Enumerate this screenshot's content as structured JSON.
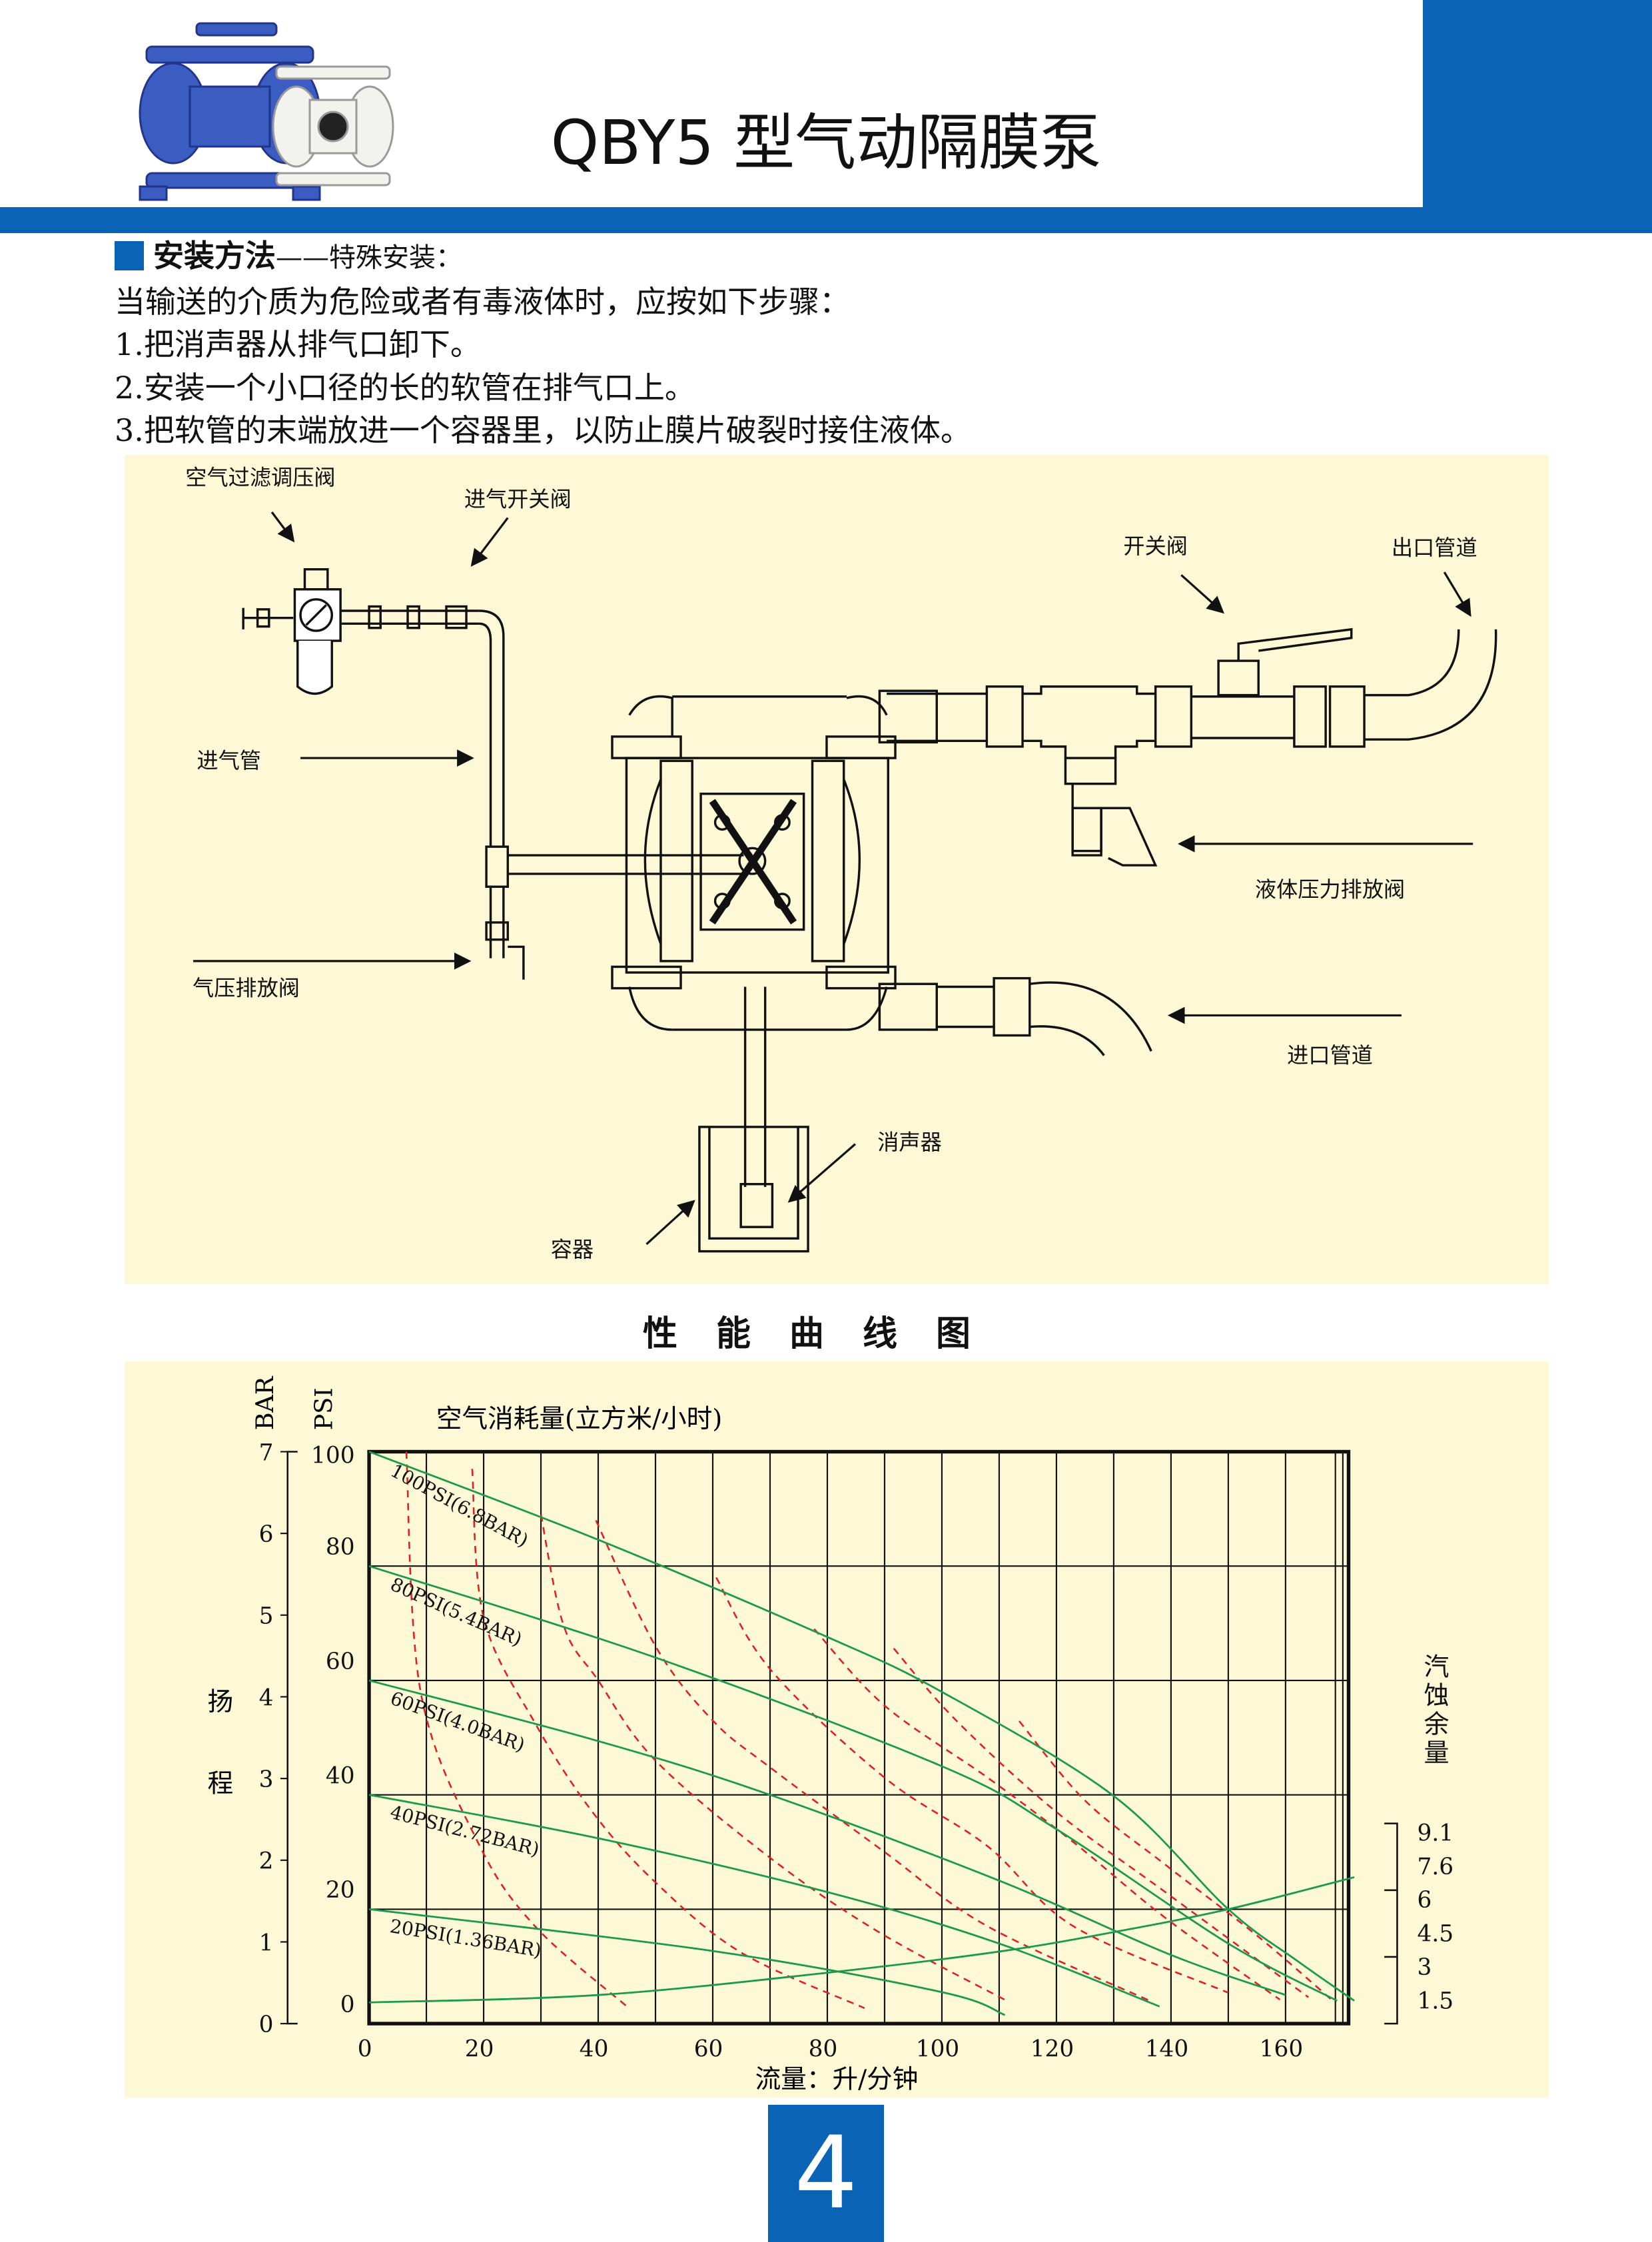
{
  "header": {
    "title": "QBY5 型气动隔膜泵",
    "photo_icon": "pump-photo-icon"
  },
  "install": {
    "heading": "安装方法",
    "subheading": "——特殊安装：",
    "intro": "当输送的介质为危险或者有毒液体时，应按如下步骤：",
    "steps": [
      "1.把消声器从排气口卸下。",
      "2.安装一个小口径的长的软管在排气口上。",
      "3.把软管的末端放进一个容器里，以防止膜片破裂时接住液体。"
    ]
  },
  "diagram": {
    "labels": {
      "filter_regulator": "空气过滤调压阀",
      "air_inlet_valve": "进气开关阀",
      "switch_valve": "开关阀",
      "outlet_pipe": "出口管道",
      "air_pipe": "进气管",
      "liquid_relief_valve": "液体压力排放阀",
      "air_relief_valve": "气压排放阀",
      "inlet_pipe": "进口管道",
      "muffler": "消声器",
      "container": "容器"
    }
  },
  "chart_title": "性能曲线图",
  "chart_data": {
    "type": "line",
    "title": "空气消耗量(立方米/小时)",
    "xlabel": "流量：升/分钟",
    "ylabel": "扬程",
    "y_unit_left_outer": "BAR",
    "y_unit_left_inner": "PSI",
    "right_axis_label": "汽蚀余量",
    "xlim": [
      0,
      171
    ],
    "ylim": [
      0,
      100
    ],
    "grid": true,
    "x_ticks": [
      0,
      20,
      40,
      60,
      80,
      100,
      120,
      140,
      160
    ],
    "psi_ticks": [
      0,
      20,
      40,
      60,
      80,
      100
    ],
    "bar_ticks": [
      0,
      1,
      2,
      3,
      4,
      5,
      6,
      7
    ],
    "npsh_ticks": [
      "9.1",
      "7.6",
      "6",
      "4.5",
      "3",
      "1.5"
    ],
    "series": [
      {
        "name": "100PSI(6.8BAR)",
        "color": "#1a9a4a",
        "points": [
          [
            0,
            100
          ],
          [
            40,
            84.6
          ],
          [
            80,
            67.6
          ],
          [
            100,
            58
          ],
          [
            130,
            39.8
          ],
          [
            150,
            20
          ],
          [
            162,
            11
          ],
          [
            172,
            4
          ]
        ]
      },
      {
        "name": "80PSI(5.4BAR)",
        "color": "#1a9a4a",
        "points": [
          [
            0,
            80
          ],
          [
            50,
            64
          ],
          [
            100,
            45
          ],
          [
            120,
            34
          ],
          [
            150,
            14
          ],
          [
            169,
            4
          ]
        ]
      },
      {
        "name": "60PSI(4.0BAR)",
        "color": "#1a9a4a",
        "points": [
          [
            0,
            60
          ],
          [
            40,
            49.4
          ],
          [
            70,
            40
          ],
          [
            110,
            25
          ],
          [
            140,
            12
          ],
          [
            160,
            5
          ]
        ]
      },
      {
        "name": "40PSI(2.72BAR)",
        "color": "#1a9a4a",
        "points": [
          [
            0,
            40
          ],
          [
            40,
            32.4
          ],
          [
            80,
            23
          ],
          [
            110,
            14
          ],
          [
            138,
            3
          ]
        ]
      },
      {
        "name": "20PSI(1.36BAR)",
        "color": "#1a9a4a",
        "points": [
          [
            0,
            20
          ],
          [
            60,
            12.7
          ],
          [
            100,
            5.5
          ],
          [
            111,
            1.5
          ]
        ]
      },
      {
        "name": "NPSH",
        "color": "#1a9a4a",
        "points": [
          [
            0,
            3.7
          ],
          [
            40,
            5
          ],
          [
            80,
            8.9
          ],
          [
            110,
            12.6
          ],
          [
            130,
            16
          ],
          [
            150,
            20
          ],
          [
            172,
            25.6
          ]
        ]
      }
    ],
    "air_consumption_curves": [
      {
        "color": "#e02020",
        "points": [
          [
            6.5,
            100
          ],
          [
            9,
            58
          ],
          [
            19,
            31.7
          ],
          [
            29,
            17
          ],
          [
            45,
            3
          ]
        ]
      },
      {
        "color": "#e02020",
        "points": [
          [
            18,
            97
          ],
          [
            20,
            71
          ],
          [
            29,
            52.5
          ],
          [
            39,
            37
          ],
          [
            50,
            24.7
          ],
          [
            65,
            12.4
          ],
          [
            86.5,
            2.7
          ]
        ]
      },
      {
        "color": "#e02020",
        "points": [
          [
            30,
            89
          ],
          [
            34,
            69.5
          ],
          [
            40,
            60
          ],
          [
            50,
            46
          ],
          [
            70,
            29
          ],
          [
            89,
            16
          ],
          [
            111.5,
            3.9
          ]
        ]
      },
      {
        "color": "#e02020",
        "points": [
          [
            39.6,
            88
          ],
          [
            50,
            66
          ],
          [
            60,
            53
          ],
          [
            70,
            44.8
          ],
          [
            90,
            30
          ],
          [
            108,
            17
          ],
          [
            136.5,
            3.9
          ]
        ]
      },
      {
        "color": "#e02020",
        "points": [
          [
            60.6,
            78
          ],
          [
            70,
            62
          ],
          [
            90,
            43
          ],
          [
            108,
            31
          ],
          [
            123,
            17
          ],
          [
            150,
            5.4
          ]
        ]
      },
      {
        "color": "#e02020",
        "points": [
          [
            77.7,
            69
          ],
          [
            90,
            55.6
          ],
          [
            108,
            43
          ],
          [
            123,
            31.7
          ],
          [
            139,
            18.5
          ],
          [
            159,
            4.2
          ]
        ]
      },
      {
        "color": "#e02020",
        "points": [
          [
            91.6,
            65.6
          ],
          [
            102.5,
            53
          ],
          [
            120,
            37
          ],
          [
            139,
            23
          ],
          [
            164,
            4.6
          ]
        ]
      },
      {
        "color": "#e02020",
        "points": [
          [
            113.5,
            52.9
          ],
          [
            125,
            39
          ],
          [
            139,
            27.8
          ],
          [
            155,
            15.4
          ],
          [
            168,
            4.2
          ]
        ]
      }
    ]
  },
  "page_number": "4",
  "colors": {
    "brand_blue": "#0a63b4",
    "panel_bg": "#fdf8d6"
  }
}
